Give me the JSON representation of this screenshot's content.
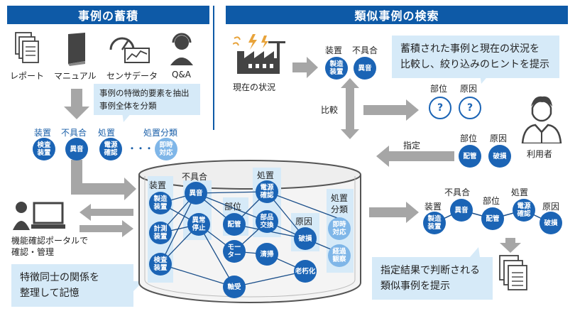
{
  "headers": {
    "left": "事例の蓄積",
    "right": "類似事例の検索"
  },
  "sources": [
    {
      "label": "レポート",
      "icon": "report-icon"
    },
    {
      "label": "マニュアル",
      "icon": "manual-book-icon"
    },
    {
      "label": "センサデータ",
      "icon": "sensor-gauge-icon"
    },
    {
      "label": "Q&A",
      "icon": "qa-headset-icon"
    }
  ],
  "extract_callout": [
    "事例の特徴的要素を抽出",
    "事例全体を分類"
  ],
  "feature_row": {
    "labels": {
      "device": "装置",
      "fault": "不具合",
      "action": "処置",
      "action_class": "処置分類"
    },
    "nodes": {
      "device": "検査装置",
      "fault": "異音",
      "action": "電源確認",
      "action_class": "即時対応"
    },
    "ellipsis": "・・・"
  },
  "portal": {
    "label_line1": "機能確認ポータルで",
    "label_line2": "確認・管理"
  },
  "memory_callout": [
    "特徴同士の関係を",
    "整理して記憶"
  ],
  "db": {
    "columns": {
      "device": "装置",
      "fault": "不具合",
      "action": "処置",
      "part": "部位",
      "cause": "原因",
      "action_class_1": "処置",
      "action_class_2": "分類"
    },
    "nodes": {
      "seizou": "製造装置",
      "keisoku": "計測装置",
      "kensa": "検査装置",
      "ion": "異音",
      "ijou": "異常停止",
      "haikan": "配管",
      "motor": "モーター",
      "jikuuke": "軸受",
      "dengen": "電源確認",
      "buhin": "部品交換",
      "seisou": "清掃",
      "haison": "破損",
      "roukaka": "老朽化",
      "sokuji": "即時対応",
      "keika": "経過観察"
    }
  },
  "search": {
    "current_situation": "現在の状況",
    "query_labels": {
      "device": "装置",
      "fault": "不具合"
    },
    "query_nodes": {
      "device": "製造装置",
      "fault": "異音"
    },
    "compare": "比較",
    "compare_callout": [
      "蓄積された事例と現在の状況を",
      "比較し、絞り込みのヒントを提示"
    ],
    "unknown_labels": {
      "part": "部位",
      "cause": "原因"
    },
    "unknown_mark": "?",
    "user_labels": {
      "part": "部位",
      "cause": "原因"
    },
    "user_nodes": {
      "part": "配管",
      "cause": "破損"
    },
    "specify": "指定",
    "user": "利用者"
  },
  "result": {
    "labels": {
      "device": "装置",
      "fault": "不具合",
      "part": "部位",
      "action": "処置",
      "cause": "原因"
    },
    "nodes": {
      "device": "製造装置",
      "fault": "異音",
      "part": "配管",
      "action": "電源確認",
      "cause": "破損"
    },
    "callout": [
      "指定結果で判断される",
      "類似事例を提示"
    ]
  },
  "colors": {
    "primary": "#1b64b5",
    "header": "#0e5aa7",
    "light": "#d6eaf8",
    "arrow": "#a6a6a6"
  }
}
